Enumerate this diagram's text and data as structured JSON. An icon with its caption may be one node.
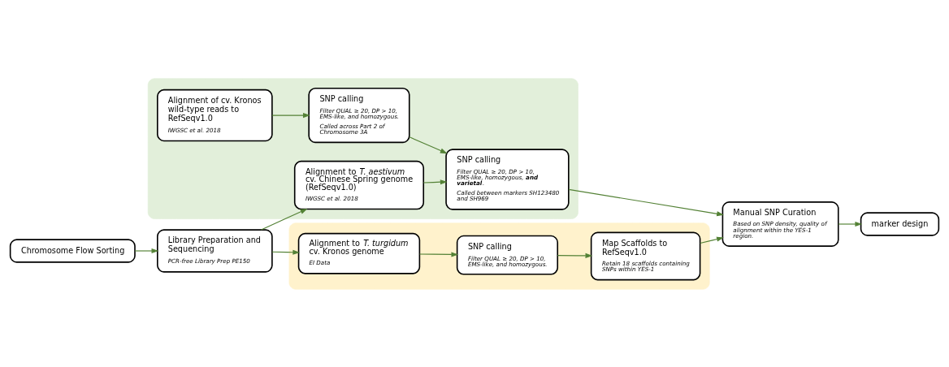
{
  "diagram": {
    "nodes": [
      {
        "text": [],
        "shape": "box"
      },
      {
        "text": [],
        "shape": "box"
      },
      {
        "text": [
          "Chromosome Flow Sorting"
        ]
      },
      {
        "text": [
          "Library Preparation and Sequencing",
          "PCR-free Library Prep PE150"
        ]
      },
      {
        "text": [
          "Alignment to *T. aestivum* cv. Chinese Spring genome (RefSeqv1.0)",
          "IWGSC et al. 2018"
        ],
        "in": 0
      },
      {
        "text": [
          "Alignment of cv. Kronos wild-type reads to RefSeqv1.0",
          "IWGSC et al. 2018"
        ],
        "in": 0
      },
      {
        "text": [
          "Alignment to *T. turgidum* cv. Kronos genome",
          "EI Data"
        ],
        "in": 1
      },
      {
        "text": [
          "SNP calling",
          "Filter QUAL ≥ 20, DP > 10, EMS-like, and homozygous."
        ],
        "in": 1
      },
      {
        "text": [
          "Map Scaffolds to RefSeqv1.0",
          "Retain 18 scaffolds containing SNPs within YES-1"
        ],
        "in": 1
      },
      {
        "text": [
          "SNP calling",
          "Filter QUAL ≥ 20, DP > 10, EMS-like, homozygous, **and varietal**.",
          "Called between markers SH123480 and SH969"
        ],
        "in": 0
      },
      {
        "text": [
          "SNP calling",
          "Filter QUAL ≥ 20, DP > 10, EMS-like, and homozygous.",
          "Called across Part 2 of Chromosome 3A"
        ],
        "in": 0
      },
      {
        "text": [
          "Manual SNP Curation",
          "Based on SNP density, quality of alignment within the YES-1 region."
        ]
      },
      {
        "text": [
          "marker design"
        ]
      }
    ],
    "edges": [
      {
        "from": 2,
        "to": 3,
        "arrow": "to"
      },
      {
        "from": 3,
        "to": 4,
        "arrow": "to"
      },
      {
        "from": 3,
        "to": 6,
        "arrow": "to"
      },
      {
        "from": 4,
        "to": 9,
        "arrow": "to"
      },
      {
        "from": 5,
        "to": 10,
        "arrow": "to"
      },
      {
        "from": 6,
        "to": 7,
        "arrow": "to"
      },
      {
        "from": 7,
        "to": 8,
        "arrow": "to"
      },
      {
        "from": 10,
        "to": 9,
        "arrow": "to"
      },
      {
        "from": 9,
        "to": 11,
        "arrow": "to"
      },
      {
        "from": 8,
        "to": 11,
        "arrow": "to"
      },
      {
        "from": 11,
        "to": 12,
        "arrow": "to"
      }
    ]
  }
}
